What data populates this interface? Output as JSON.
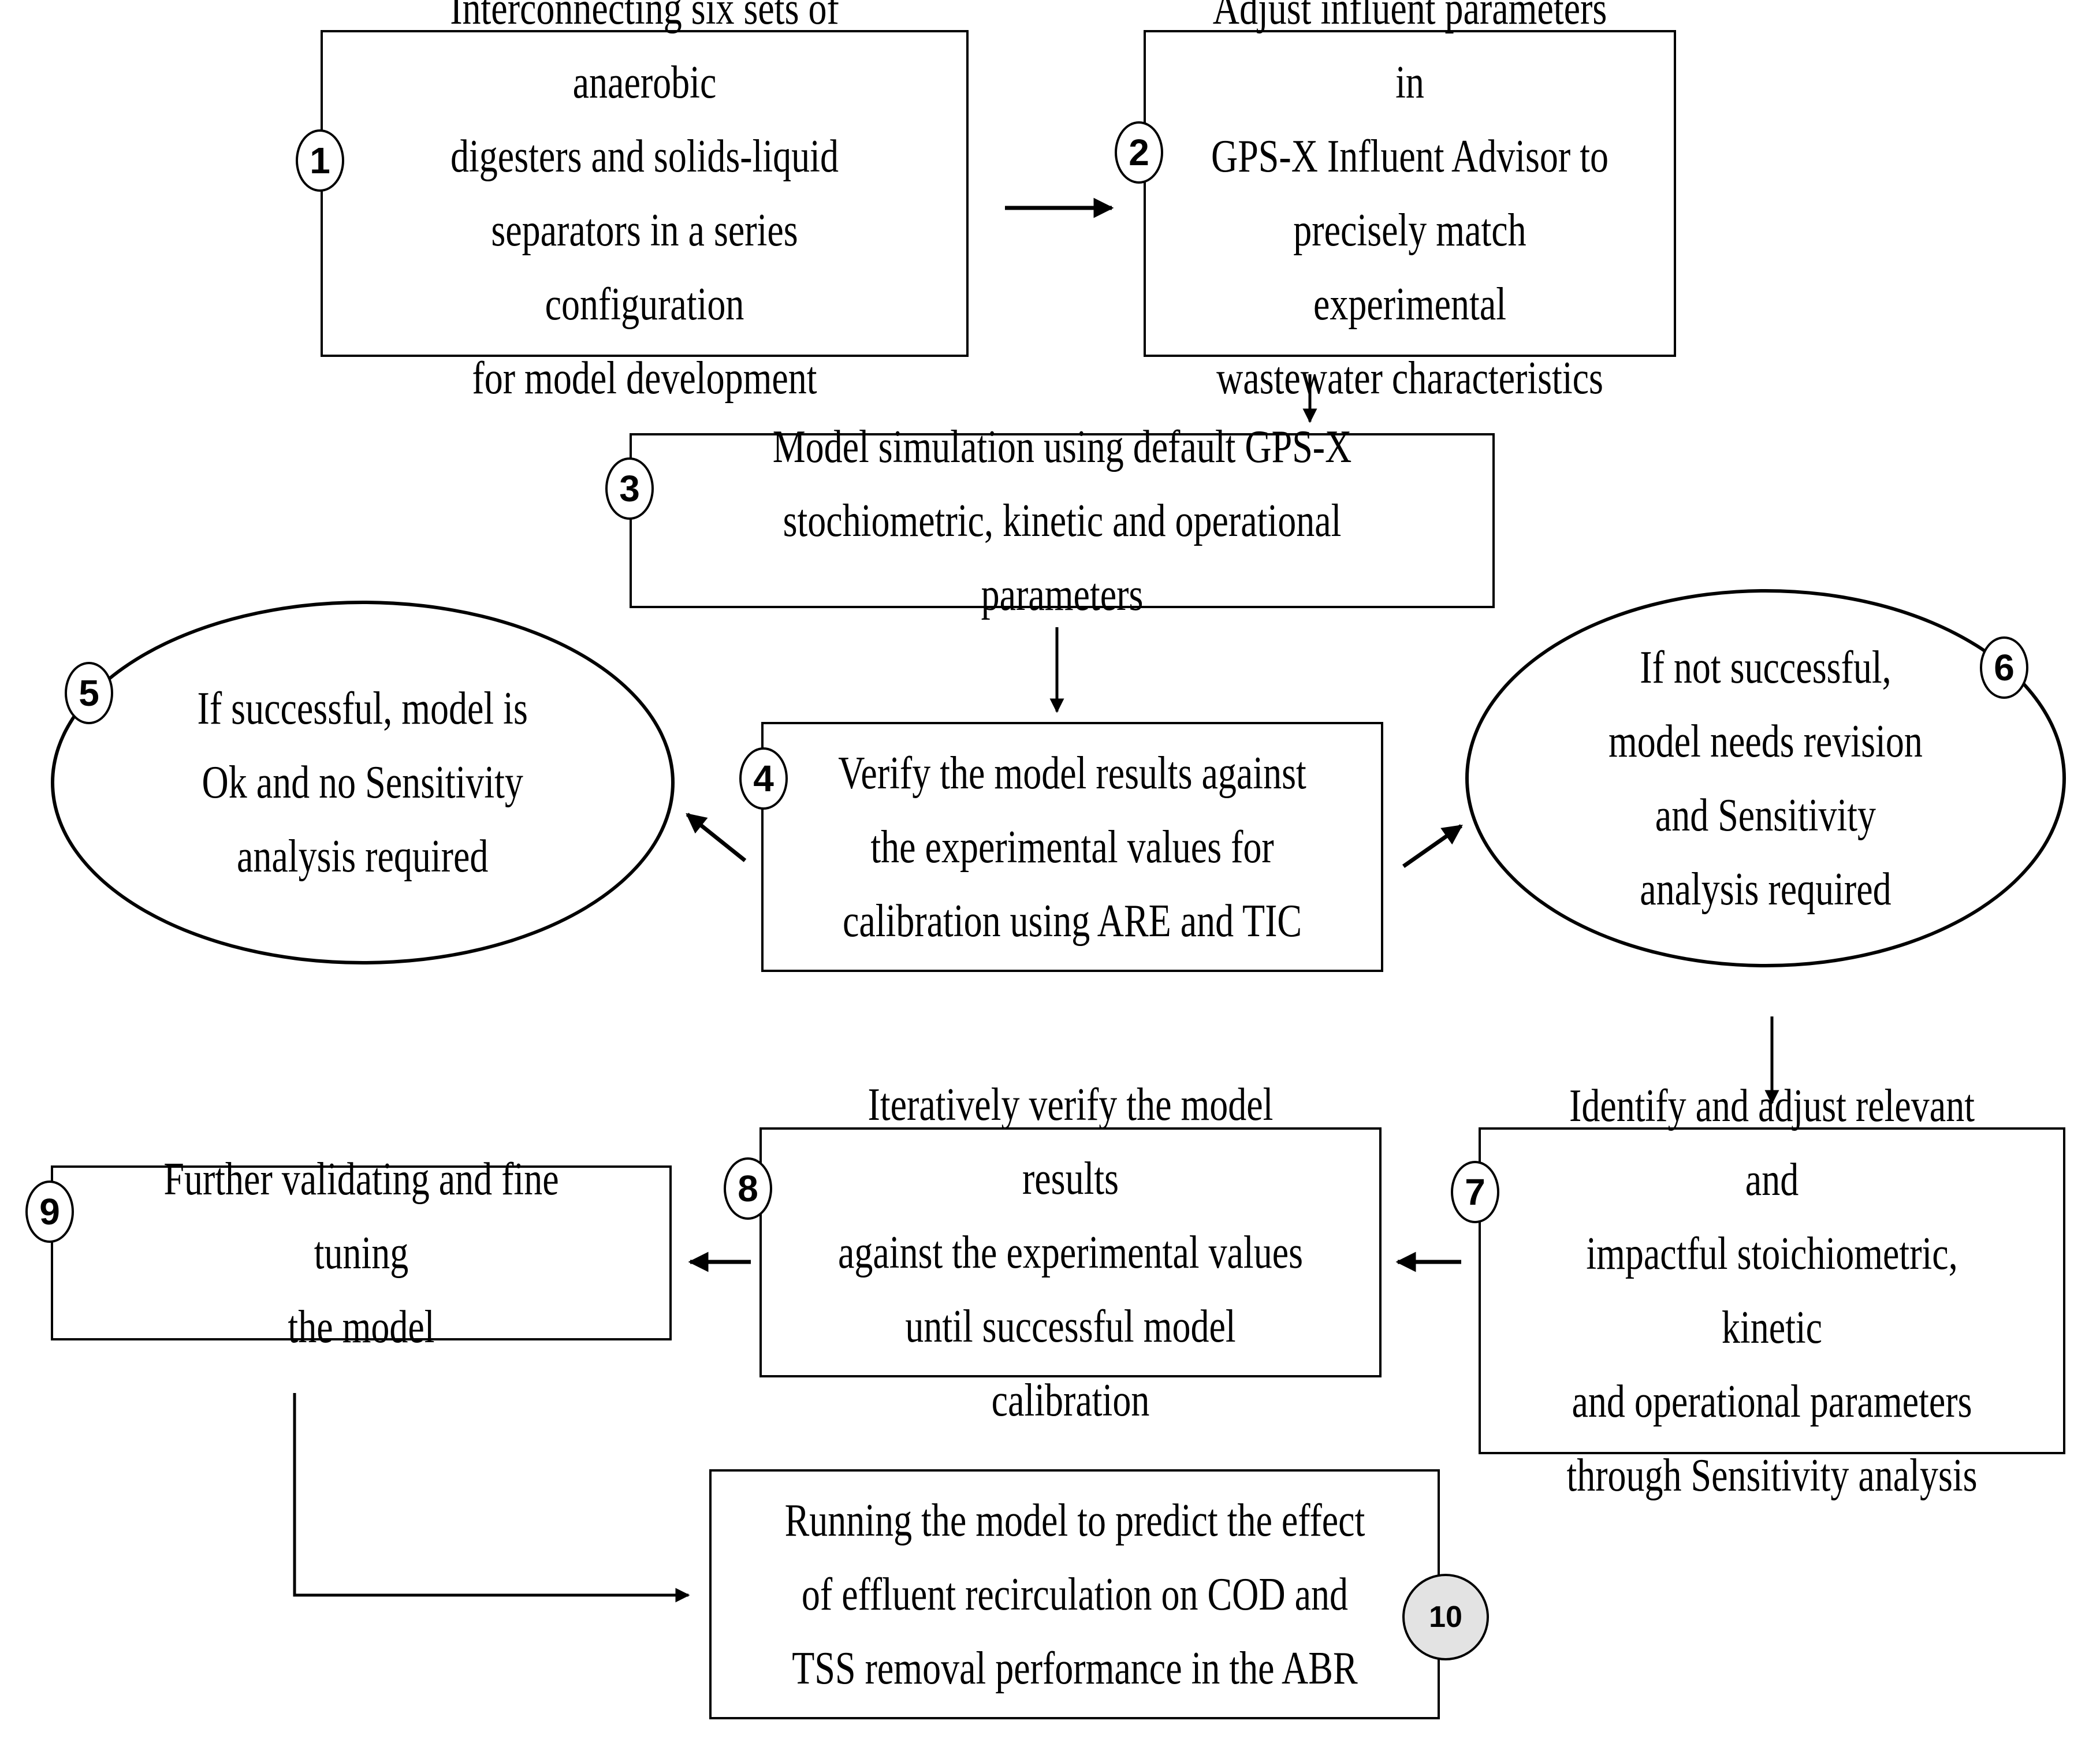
{
  "steps": [
    {
      "id": "1",
      "text": "Interconnecting six sets of anaerobic\ndigesters and solids-liquid\nseparators in a series configuration\nfor model development"
    },
    {
      "id": "2",
      "text": "Adjust influent parameters in\nGPS-X Influent Advisor to\nprecisely match experimental\nwastewater characteristics"
    },
    {
      "id": "3",
      "text": "Model simulation using default GPS-X\nstochiometric, kinetic and operational parameters"
    },
    {
      "id": "4",
      "text": "Verify the model results against\nthe experimental values  for\ncalibration using ARE and TIC"
    },
    {
      "id": "5",
      "text": "If successful, model is\nOk and no Sensitivity\nanalysis required"
    },
    {
      "id": "6",
      "text": "If not successful,\nmodel needs revision\nand Sensitivity\nanalysis required"
    },
    {
      "id": "7",
      "text": "Identify and adjust relevant and\nimpactful stoichiometric, kinetic\nand operational parameters\nthrough Sensitivity analysis"
    },
    {
      "id": "8",
      "text": "Iteratively verify the model results\nagainst the experimental values\nuntil successful model calibration"
    },
    {
      "id": "9",
      "text": "Further validating and fine tuning\nthe model"
    },
    {
      "id": "10",
      "text": "Running the model to predict the effect\nof effluent recirculation on COD and\nTSS removal performance in the ABR"
    }
  ],
  "connections": [
    {
      "from": "1",
      "to": "2"
    },
    {
      "from": "2",
      "to": "3"
    },
    {
      "from": "3",
      "to": "4"
    },
    {
      "from": "4",
      "to": "5"
    },
    {
      "from": "4",
      "to": "6"
    },
    {
      "from": "6",
      "to": "7"
    },
    {
      "from": "7",
      "to": "8"
    },
    {
      "from": "8",
      "to": "9"
    },
    {
      "from": "9",
      "to": "10"
    }
  ]
}
